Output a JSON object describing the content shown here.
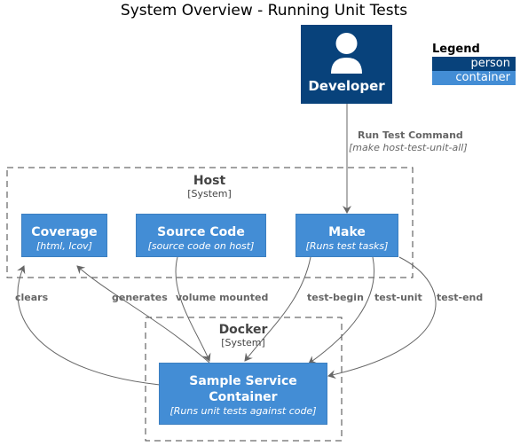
{
  "title": "System Overview - Running Unit Tests",
  "legend": {
    "title": "Legend",
    "person": "person",
    "container": "container"
  },
  "developer": {
    "name": "Developer"
  },
  "host": {
    "name": "Host",
    "type": "[System]"
  },
  "docker": {
    "name": "Docker",
    "type": "[System]"
  },
  "containers": {
    "coverage": {
      "name": "Coverage",
      "desc": "[html, lcov]"
    },
    "source": {
      "name": "Source Code",
      "desc": "[source code on host]"
    },
    "make": {
      "name": "Make",
      "desc": "[Runs test tasks]"
    },
    "sample": {
      "name": "Sample Service Container",
      "desc": "[Runs unit tests against code]"
    }
  },
  "edges": {
    "run_test": "Run Test Command",
    "run_test_sub": "[make host-test-unit-all]",
    "clears": "clears",
    "generates": "generates",
    "volume": "volume mounted",
    "begin": "test-begin",
    "unit": "test-unit",
    "end": "test-end"
  },
  "colors": {
    "person": "#08427b",
    "container": "#438dd5",
    "edge": "#666666"
  }
}
